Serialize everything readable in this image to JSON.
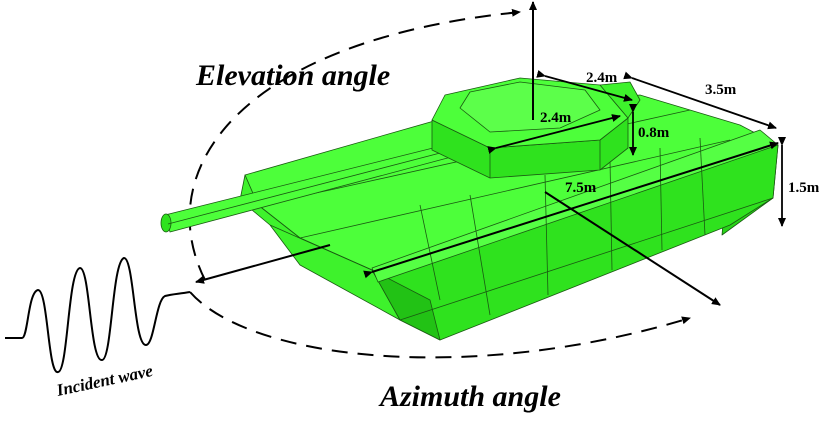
{
  "labels": {
    "elevation": "Elevation angle",
    "azimuth": "Azimuth angle",
    "incident_wave": "Incident wave"
  },
  "dimensions": {
    "turret_width_top": "2.4m",
    "hull_width": "3.5m",
    "turret_length": "2.4m",
    "turret_height": "0.8m",
    "hull_length": "7.5m",
    "hull_height": "1.5m"
  },
  "colors": {
    "tank_light": "#4dff3a",
    "tank_mid": "#2fe21e",
    "tank_dark": "#1fb814",
    "line": "#000000"
  },
  "icons": {
    "incident_wave": "sine-wave-icon",
    "arrows": "arrow-icon"
  }
}
